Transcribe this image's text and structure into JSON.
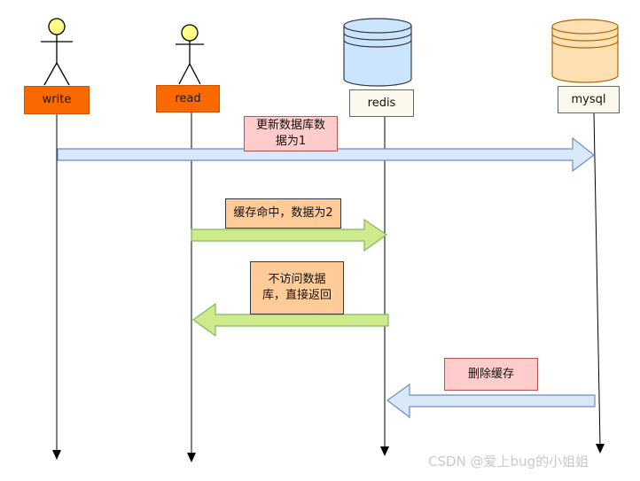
{
  "actors": [
    {
      "id": "write",
      "label": "write"
    },
    {
      "id": "read",
      "label": "read"
    }
  ],
  "stores": [
    {
      "id": "redis",
      "label": "redis",
      "color": "#cce5ff"
    },
    {
      "id": "mysql",
      "label": "mysql",
      "color": "#ffe0b3"
    }
  ],
  "messages": [
    {
      "id": "update-db",
      "from": "write",
      "to": "mysql",
      "note": "更新数据库数据为1",
      "note_lines": [
        "更新数据库数",
        "据为1"
      ],
      "arrow_color": "#dae8fc",
      "note_style": "pink"
    },
    {
      "id": "cache-hit",
      "from": "read",
      "to": "redis",
      "note": "缓存命中，数据为2",
      "note_lines": [
        "缓存命中，数据为2"
      ],
      "arrow_color": "#cdeb8b",
      "note_style": "orange"
    },
    {
      "id": "return-direct",
      "from": "redis",
      "to": "read",
      "note": "不访问数据库，直接返回",
      "note_lines": [
        "不访问数据",
        "库，直接返回"
      ],
      "arrow_color": "#cdeb8b",
      "note_style": "orange"
    },
    {
      "id": "delete-cache",
      "from": "mysql",
      "to": "redis",
      "note": "删除缓存",
      "note_lines": [
        "删除缓存"
      ],
      "arrow_color": "#dae8fc",
      "note_style": "pink"
    }
  ],
  "watermark": "CSDN @爱上bug的小姐姐",
  "colors": {
    "actor_head": "#ffff88",
    "actor_box": "#fa6800",
    "lifeline": "#000000",
    "arrow_stroke": "#6c8ebf",
    "green_stroke": "#82b366"
  }
}
